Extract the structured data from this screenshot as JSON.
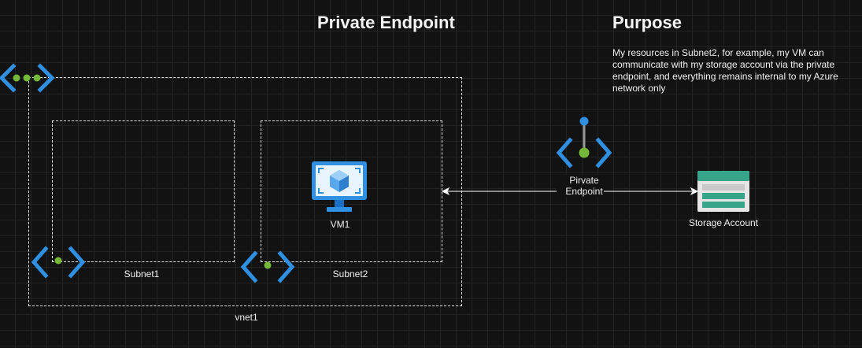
{
  "header": {
    "main_title": "Private Endpoint",
    "purpose_title": "Purpose"
  },
  "purpose": {
    "text": "My resources in Subnet2, for example, my VM can communicate with my storage account via the private endpoint, and everything remains internal to my Azure network only"
  },
  "diagram": {
    "vnet_label": "vnet1",
    "subnet1_label": "Subnet1",
    "subnet2_label": "Subnet2",
    "vm_label": "VM1",
    "private_endpoint_label": "Pirvate\nEndpoint",
    "storage_label": "Storage Account"
  },
  "icons": {
    "vnet": "virtual-network-icon",
    "subnet": "subnet-icon",
    "vm": "virtual-machine-icon",
    "private_endpoint": "private-endpoint-icon",
    "storage": "storage-account-icon"
  },
  "colors": {
    "azure_blue": "#2f8fe0",
    "azure_green": "#74b83a",
    "storage_teal": "#37a58a",
    "background": "#121212"
  }
}
